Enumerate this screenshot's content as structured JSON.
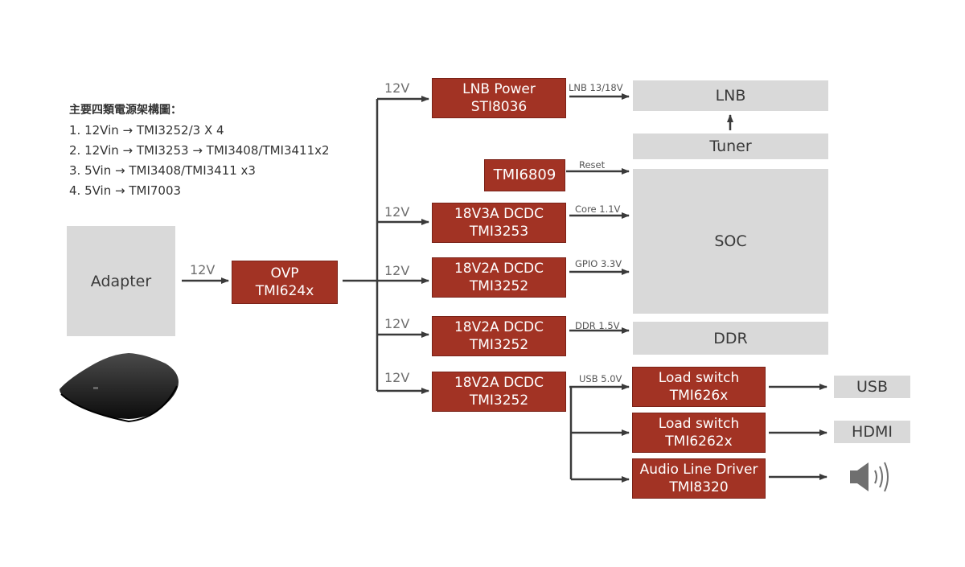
{
  "legend": {
    "title": "主要四類電源架構圖：",
    "items": [
      "1.  12Vin → TMI3252/3 X 4",
      "2.  12Vin → TMI3253 → TMI3408/TMI3411x2",
      "3.  5Vin   → TMI3408/TMI3411 x3",
      "4.  5Vin   → TMI7003"
    ]
  },
  "adapter": {
    "label": "Adapter",
    "input_label": "12V"
  },
  "ovp": {
    "line1": "OVP",
    "line2": "TMI624x"
  },
  "lnb_power": {
    "line1": "LNB Power",
    "line2": "STI8036",
    "in_label": "12V",
    "out_label": "LNB 13/18V"
  },
  "reset_chip": {
    "label": "TMI6809",
    "out_label": "Reset"
  },
  "dcdc_core": {
    "line1": "18V3A DCDC",
    "line2": "TMI3253",
    "in_label": "12V",
    "out_label": "Core 1.1V"
  },
  "dcdc_gpio": {
    "line1": "18V2A DCDC",
    "line2": "TMI3252",
    "in_label": "12V",
    "out_label": "GPIO 3.3V"
  },
  "dcdc_ddr": {
    "line1": "18V2A DCDC",
    "line2": "TMI3252",
    "in_label": "12V",
    "out_label": "DDR 1.5V"
  },
  "dcdc_usb": {
    "line1": "18V2A DCDC",
    "line2": "TMI3252",
    "in_label": "12V",
    "out_label": "USB 5.0V"
  },
  "lnb": {
    "label": "LNB"
  },
  "tuner": {
    "label": "Tuner"
  },
  "soc": {
    "label": "SOC"
  },
  "ddr": {
    "label": "DDR"
  },
  "load_switch_usb": {
    "line1": "Load switch",
    "line2": "TMI626x"
  },
  "load_switch_hdmi": {
    "line1": "Load switch",
    "line2": "TMI6262x"
  },
  "audio_driver": {
    "line1": "Audio Line Driver",
    "line2": "TMI8320"
  },
  "usb": {
    "label": "USB"
  },
  "hdmi": {
    "label": "HDMI"
  },
  "colors": {
    "block_red": "#a23324",
    "block_gray": "#d9d9d9",
    "wire": "#3a3a3a"
  },
  "icons": {
    "device": "set-top-box-icon",
    "speaker": "speaker-icon"
  }
}
